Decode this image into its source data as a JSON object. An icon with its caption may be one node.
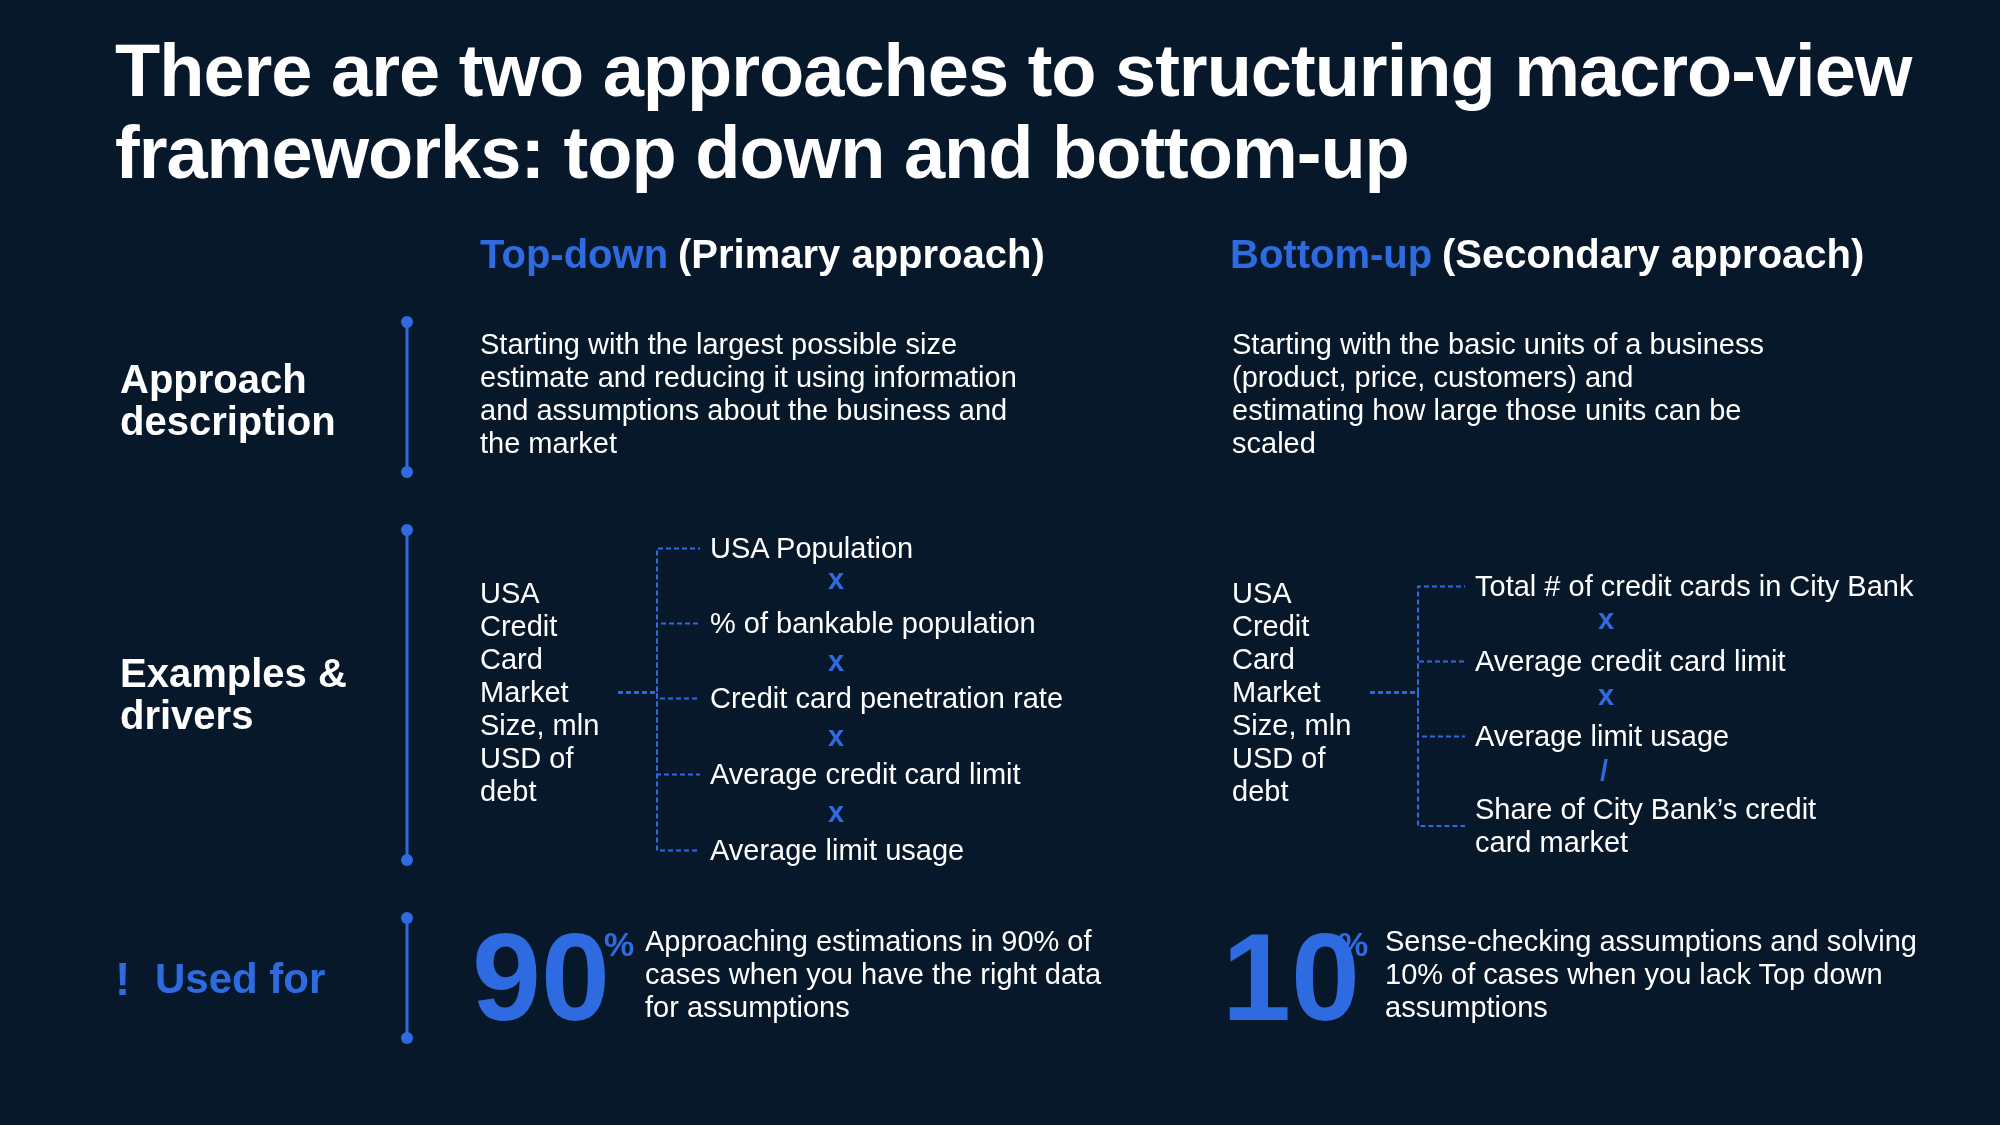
{
  "diagram": {
    "title": "There are two approaches to structuring macro-view frameworks: top down and bottom-up",
    "nodes": [
      {
        "text": [
          "USA Credit Card Market Size, mln USD of debt"
        ]
      },
      {
        "text": [
          "USA Population"
        ]
      },
      {
        "text": [
          "% of bankable population"
        ]
      },
      {
        "text": [
          "Credit card penetration rate"
        ]
      },
      {
        "text": [
          "Average credit card limit"
        ]
      },
      {
        "text": [
          "Average limit usage"
        ]
      },
      {
        "text": [
          "USA Credit Card Market Size, mln USD of debt"
        ]
      },
      {
        "text": [
          "Total # of credit cards in City Bank"
        ]
      },
      {
        "text": [
          "Average credit card limit"
        ]
      },
      {
        "text": [
          "Average limit usage"
        ]
      },
      {
        "text": [
          "Share of City Bank’s credit card market"
        ]
      }
    ],
    "edges": [
      {
        "from": 0,
        "to": 1,
        "arrow": "none",
        "style": "dashed"
      },
      {
        "from": 0,
        "to": 2,
        "arrow": "none",
        "style": "dashed"
      },
      {
        "from": 0,
        "to": 3,
        "arrow": "none",
        "style": "dashed"
      },
      {
        "from": 0,
        "to": 4,
        "arrow": "none",
        "style": "dashed"
      },
      {
        "from": 0,
        "to": 5,
        "arrow": "none",
        "style": "dashed"
      },
      {
        "from": 6,
        "to": 7,
        "arrow": "none",
        "style": "dashed"
      },
      {
        "from": 6,
        "to": 8,
        "arrow": "none",
        "style": "dashed"
      },
      {
        "from": 6,
        "to": 9,
        "arrow": "none",
        "style": "dashed"
      },
      {
        "from": 6,
        "to": 10,
        "arrow": "none",
        "style": "dashed"
      }
    ],
    "labels": [
      "Top-down",
      "(Primary approach)",
      "Bottom-up",
      "(Secondary approach)",
      "Approach description",
      "Starting with the largest possible size estimate and reducing it using information and assumptions about the business and the market",
      "Starting with the basic units of a business (product, price, customers) and estimating how large those units can be scaled",
      "Examples & drivers",
      "x",
      "x",
      "x",
      "x",
      "x",
      "x",
      "/",
      "!",
      "Used for",
      "90",
      "%",
      "Approaching estimations in 90% of cases when you have the right data for assumptions",
      "10",
      "%",
      "Sense-checking assumptions and solving 10% of cases when you lack Top down assumptions"
    ]
  }
}
